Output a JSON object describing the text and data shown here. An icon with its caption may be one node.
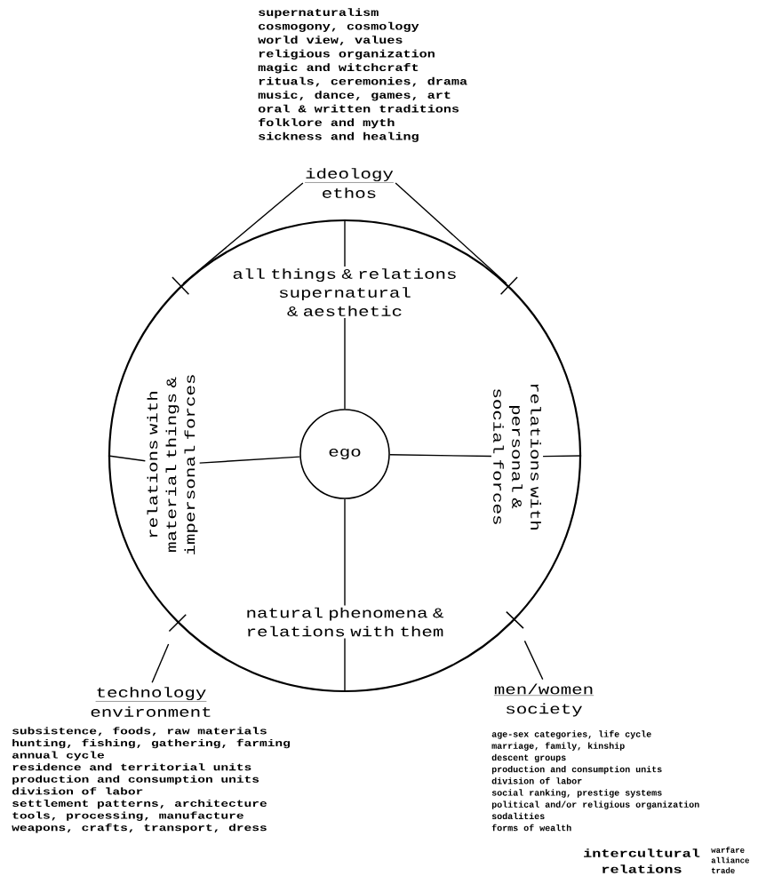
{
  "diagram": {
    "nodes": [
      {
        "text": [],
        "shape": "circle"
      },
      {
        "text": [
          "ego"
        ],
        "in": 0
      },
      {
        "text": [
          "all things & relations supernatural & aesthetic"
        ],
        "in": 0
      },
      {
        "text": [
          "relations with personal & social forces"
        ],
        "in": 0
      },
      {
        "text": [
          "natural phenomena & relations with them"
        ],
        "in": 0
      },
      {
        "text": [
          "relations with material things & impersonal forces"
        ],
        "in": 0
      },
      {
        "text": [
          "ideology",
          "ethos"
        ],
        "beside": [
          "supernaturalism",
          "cosmogony, cosmology",
          "world view, values",
          "religious organization",
          "magic and witchcraft",
          "rituals, ceremonies, drama",
          "music, dance, games, art",
          "oral & written traditions",
          "folklore and myth",
          "sickness and healing"
        ]
      },
      {
        "text": [
          "technology",
          "environment"
        ],
        "beside": [
          "subsistence, foods, raw materials",
          "hunting, fishing, gathering, farming",
          "annual cycle",
          "residence and territorial units",
          "production and consumption units",
          "division of labor",
          "settlement patterns, architecture",
          "tools, processing, manufacture",
          "weapons, crafts, transport, dress"
        ]
      },
      {
        "text": [
          "men/women",
          "society"
        ],
        "beside": [
          "age-sex categories, life cycle",
          "marriage, family, kinship",
          "descent groups",
          "production and consumption units",
          "division of labor",
          "social ranking, prestige systems",
          "political and/or religious organization",
          "sodalities",
          "forms of wealth"
        ]
      },
      {
        "text": [
          "intercultural relations"
        ],
        "beside": [
          "warfare",
          "alliance",
          "trade"
        ]
      }
    ],
    "edges": [
      {
        "from": 1,
        "to": 2,
        "arrow": "none"
      },
      {
        "from": 2,
        "to": 0,
        "arrow": "none"
      },
      {
        "from": 1,
        "to": 3,
        "arrow": "none"
      },
      {
        "from": 3,
        "to": 0,
        "arrow": "none"
      },
      {
        "from": 1,
        "to": 4,
        "arrow": "none"
      },
      {
        "from": 4,
        "to": 0,
        "arrow": "none"
      },
      {
        "from": 1,
        "to": 5,
        "arrow": "none"
      },
      {
        "from": 5,
        "to": 0,
        "arrow": "none"
      },
      {
        "from": 6,
        "to": 0,
        "arrow": "none"
      },
      {
        "from": 6,
        "to": 0,
        "arrow": "none"
      },
      {
        "from": 7,
        "to": 0,
        "arrow": "none"
      },
      {
        "from": 8,
        "to": 0,
        "arrow": "none"
      }
    ]
  }
}
